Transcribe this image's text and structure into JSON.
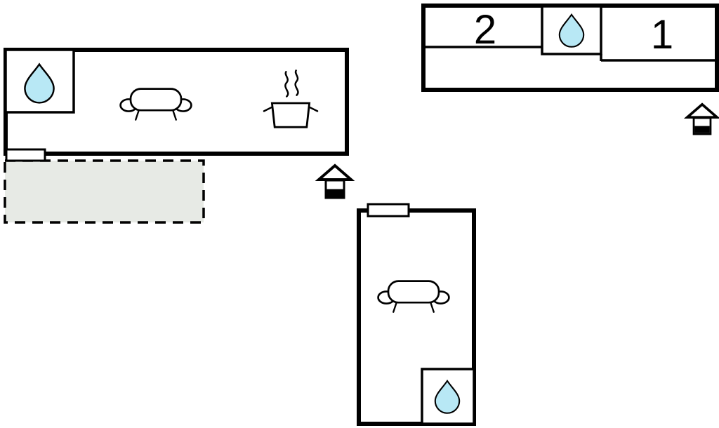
{
  "floor_plan": {
    "labels": {
      "room_2": "2",
      "room_1": "1"
    },
    "colors": {
      "wall": "#000000",
      "water_drop_fill": "#b8e8f5",
      "terrace_fill": "#e7eae5",
      "background": "#ffffff"
    },
    "icons": {
      "water_drop": "water-drop-icon (bath/shower)",
      "sofa": "sofa-icon",
      "stove": "stove-icon (pot with steam)",
      "entrance": "entrance-icon (house with door)",
      "window": "window-marker"
    }
  }
}
